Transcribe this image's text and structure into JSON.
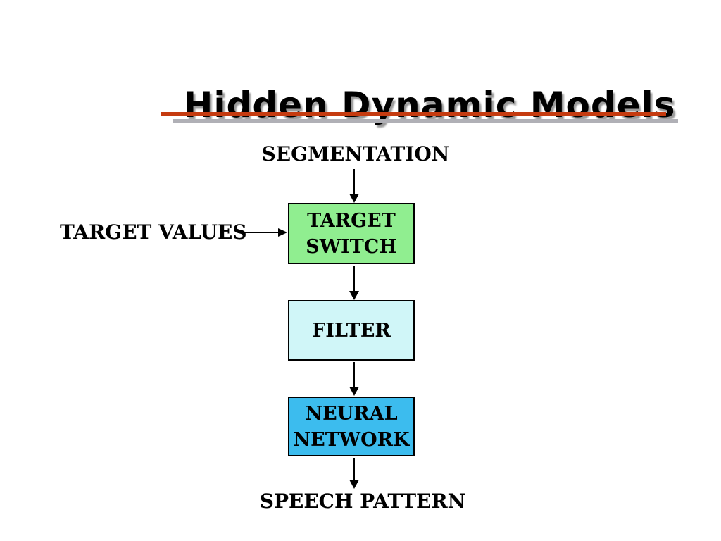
{
  "slide": {
    "title": "Hidden Dynamic Models",
    "labels": {
      "segmentation": "SEGMENTATION",
      "target_values": "TARGET VALUES",
      "speech_pattern": "SPEECH PATTERN"
    },
    "boxes": {
      "target_switch": {
        "line1": "TARGET",
        "line2": "SWITCH",
        "fill": "#90ee90"
      },
      "filter": {
        "line1": "FILTER",
        "fill": "#d0f6f8"
      },
      "neural_network": {
        "line1": "NEURAL",
        "line2": "NETWORK",
        "fill": "#3cbcee"
      }
    },
    "flow_order": [
      "SEGMENTATION",
      "TARGET SWITCH",
      "FILTER",
      "NEURAL NETWORK",
      "SPEECH PATTERN"
    ],
    "colors": {
      "background": "#ffffff",
      "text": "#000000",
      "title_shadow": "#9a9a9a",
      "underline_red": "#c53b10",
      "underline_gray": "#b0b0b6",
      "box_border": "#000000",
      "arrow": "#000000"
    }
  }
}
